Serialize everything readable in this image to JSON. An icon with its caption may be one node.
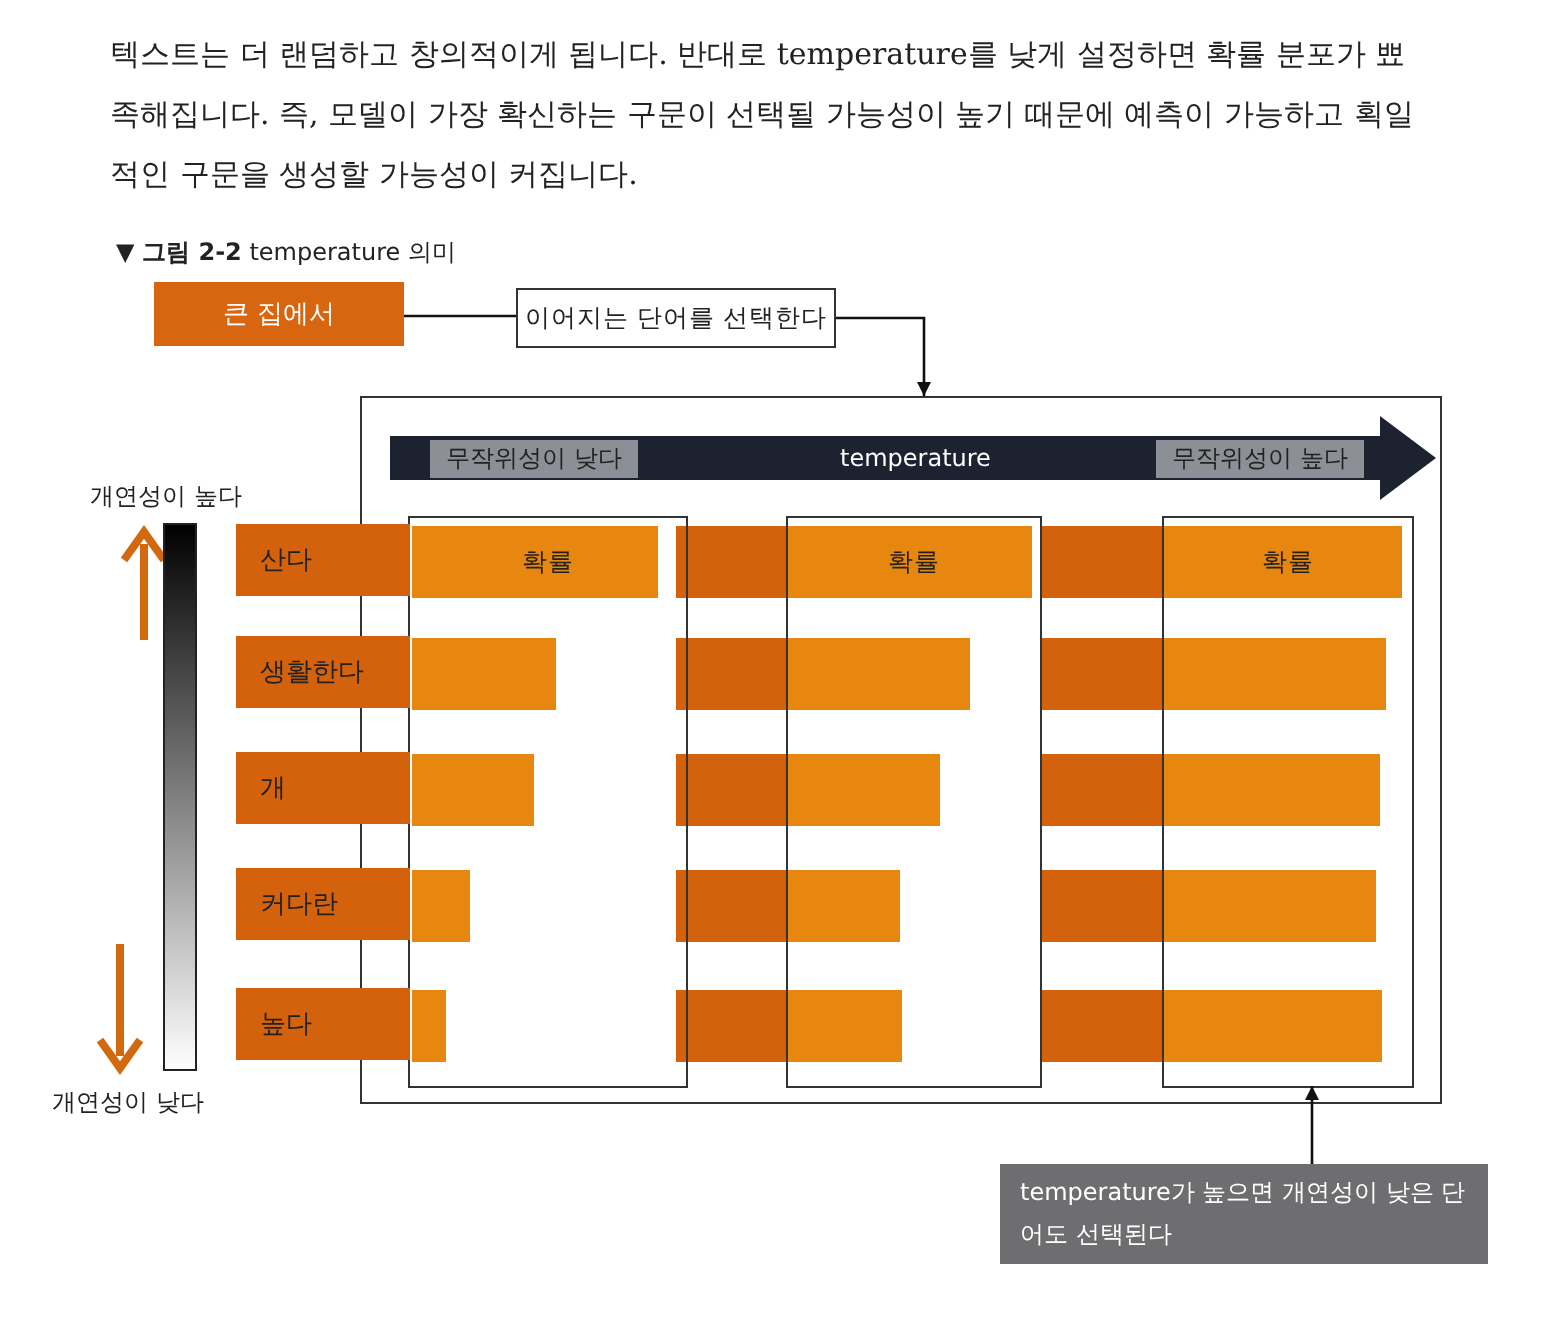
{
  "diagram": {
    "title": "▼ **그림 2-2** temperature 의미",
    "nodes": [
      {
        "text": [
          "큰 집에서"
        ]
      },
      {
        "text": [
          "이어지는 단어를 선택한다"
        ]
      },
      {
        "text": [],
        "shape": "box"
      },
      {
        "text": [
          "확률"
        ],
        "in": 2
      },
      {
        "text": [
          "확률"
        ],
        "in": 2
      },
      {
        "text": [
          "확률"
        ],
        "in": 2
      },
      {
        "text": [
          "산다"
        ]
      },
      {
        "text": [
          "생활한다"
        ]
      },
      {
        "text": [
          "개"
        ]
      },
      {
        "text": [
          "커다란"
        ]
      },
      {
        "text": [
          "높다"
        ]
      },
      {
        "text": [
          "temperature가 높으면 개연성이 낮은 단어도 선택된다"
        ]
      }
    ],
    "edges": [
      {
        "from": 0,
        "to": 1,
        "arrow": "none"
      },
      {
        "from": 1,
        "to": 2,
        "arrow": "to"
      },
      {
        "from": 11,
        "to": 5,
        "arrow": "to"
      }
    ],
    "labels": [
      "텍스트는 더 랜덤하고 창의적이게 됩니다. 반대로 temperature를 낮게 설정하면 확률 분포가 뾰족해집니다. 즉, 모델이 가장 확신하는 구문이 선택될 가능성이 높기 때문에 예측이 가능하고 획일적인 구문을 생성할 가능성이 커집니다.",
      "무작위성이 낮다",
      "temperature",
      "무작위성이 높다",
      "개연성이 높다",
      "개연성이 낮다"
    ]
  }
}
